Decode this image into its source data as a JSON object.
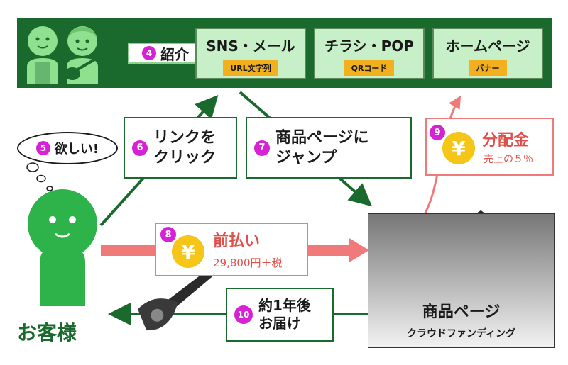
{
  "intro": {
    "num": "4",
    "label": "紹介"
  },
  "channels": [
    {
      "title": "SNS・メール",
      "sub": "URL文字列"
    },
    {
      "title": "チラシ・POP",
      "sub": "QRコード"
    },
    {
      "title": "ホームページ",
      "sub": "バナー"
    }
  ],
  "want": {
    "num": "5",
    "label": "欲しい!"
  },
  "step6": {
    "num": "6",
    "line1": "リンクを",
    "line2": "クリック"
  },
  "step7": {
    "num": "7",
    "line1": "商品ページに",
    "line2": "ジャンプ"
  },
  "step8": {
    "num": "8",
    "yen": "¥",
    "title": "前払い",
    "amount": "29,800円＋税"
  },
  "step9": {
    "num": "9",
    "yen": "¥",
    "title": "分配金",
    "sub": "売上の５％"
  },
  "step10": {
    "num": "10",
    "line1": "約1年後",
    "line2": "お届け"
  },
  "customer": {
    "label": "お客様"
  },
  "product": {
    "title": "商品ページ",
    "sub": "クラウドファンディング"
  },
  "colors": {
    "banner": "#1a6a2e",
    "channel_bg": "#c8f0c8",
    "badge": "#d621d6",
    "yellow": "#f2b01e",
    "red": "#f07a7a",
    "person": "#2eb24a"
  }
}
